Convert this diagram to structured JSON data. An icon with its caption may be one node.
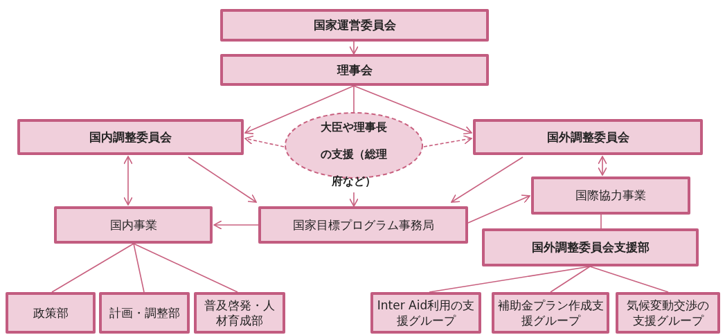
{
  "diagram": {
    "nodes": [
      {
        "text": [
          "国家運営委員会"
        ]
      },
      {
        "text": [
          "理事会"
        ]
      },
      {
        "text": [
          "国内調整委員会"
        ]
      },
      {
        "text": [
          "大臣や理事長の支援（総理府など）"
        ]
      },
      {
        "text": [
          "国外調整委員会"
        ]
      },
      {
        "text": [
          "国際協力事業"
        ]
      },
      {
        "text": [
          "国内事業"
        ]
      },
      {
        "text": [
          "国家目標プログラム事務局"
        ]
      },
      {
        "text": [
          "国外調整委員会支援部"
        ]
      },
      {
        "text": [
          "政策部"
        ]
      },
      {
        "text": [
          "計画・調整部"
        ]
      },
      {
        "text": [
          "普及啓発・人材育成部"
        ]
      },
      {
        "text": [
          "Inter Aid利用の支援グループ"
        ]
      },
      {
        "text": [
          "補助金プラン作成支援グループ"
        ]
      },
      {
        "text": [
          "気候変動交渉の支援グループ"
        ]
      }
    ],
    "edges": [
      {
        "from": 0,
        "to": 1,
        "arrow": "to"
      },
      {
        "from": 1,
        "to": 2,
        "arrow": "to"
      },
      {
        "from": 1,
        "to": 4,
        "arrow": "to"
      },
      {
        "from": 1,
        "to": 3,
        "arrow": "none"
      },
      {
        "from": 3,
        "to": 7,
        "arrow": "to"
      },
      {
        "from": 3,
        "to": 2,
        "arrow": "to",
        "style": "dashed"
      },
      {
        "from": 3,
        "to": 4,
        "arrow": "to",
        "style": "dashed"
      },
      {
        "from": 2,
        "to": 6,
        "arrow": "both"
      },
      {
        "from": 2,
        "to": 7,
        "arrow": "to"
      },
      {
        "from": 4,
        "to": 7,
        "arrow": "to"
      },
      {
        "from": 4,
        "to": 5,
        "arrow": "both"
      },
      {
        "from": 7,
        "to": 6,
        "arrow": "to"
      },
      {
        "from": 7,
        "to": 5,
        "arrow": "to"
      },
      {
        "from": 5,
        "to": 8,
        "arrow": "none"
      },
      {
        "from": 6,
        "to": 9,
        "arrow": "none"
      },
      {
        "from": 6,
        "to": 10,
        "arrow": "none"
      },
      {
        "from": 6,
        "to": 11,
        "arrow": "none"
      },
      {
        "from": 8,
        "to": 12,
        "arrow": "none"
      },
      {
        "from": 8,
        "to": 13,
        "arrow": "none"
      },
      {
        "from": 8,
        "to": 14,
        "arrow": "none"
      }
    ]
  }
}
